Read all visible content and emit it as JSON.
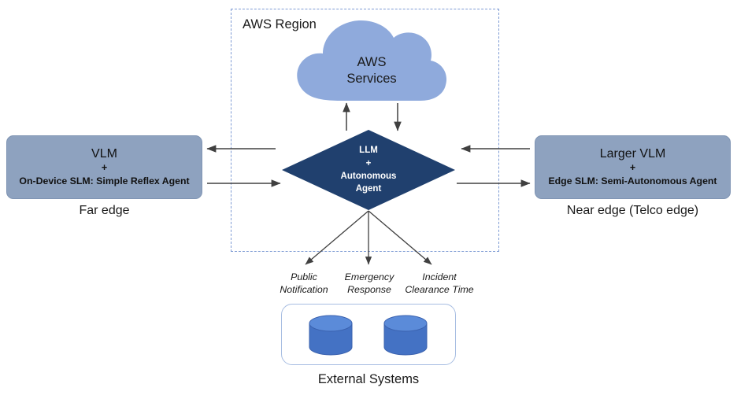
{
  "diagram": {
    "region": {
      "label": "AWS Region"
    },
    "cloud": {
      "line1": "AWS",
      "line2": "Services",
      "fill": "#8FAADC"
    },
    "core": {
      "line1": "LLM",
      "line2": "+",
      "line3": "Autonomous",
      "line4": "Agent",
      "fill": "#20406E",
      "text_color": "#FFFFFF"
    },
    "edges": [
      {
        "id": "far-edge",
        "title": "VLM",
        "plus": "+",
        "subtitle": "On-Device SLM: Simple Reflex Agent",
        "caption": "Far edge",
        "fill": "#8EA2BF"
      },
      {
        "id": "near-edge",
        "title": "Larger VLM",
        "plus": "+",
        "subtitle": "Edge SLM: Semi-Autonomous Agent",
        "caption": "Near edge (Telco edge)",
        "fill": "#8EA2BF"
      }
    ],
    "outcomes": [
      {
        "line1": "Public",
        "line2": "Notification"
      },
      {
        "line1": "Emergency",
        "line2": "Response"
      },
      {
        "line1": "Incident",
        "line2": "Clearance Time"
      }
    ],
    "external": {
      "caption": "External Systems",
      "database_count": 2,
      "database_fill": "#4472C4",
      "database_top_fill": "#5B8BD9",
      "border": "#A7BDE2"
    },
    "colors": {
      "region_dash": "#7E9BD4",
      "connector": "#404040",
      "background": "#FFFFFF"
    }
  }
}
